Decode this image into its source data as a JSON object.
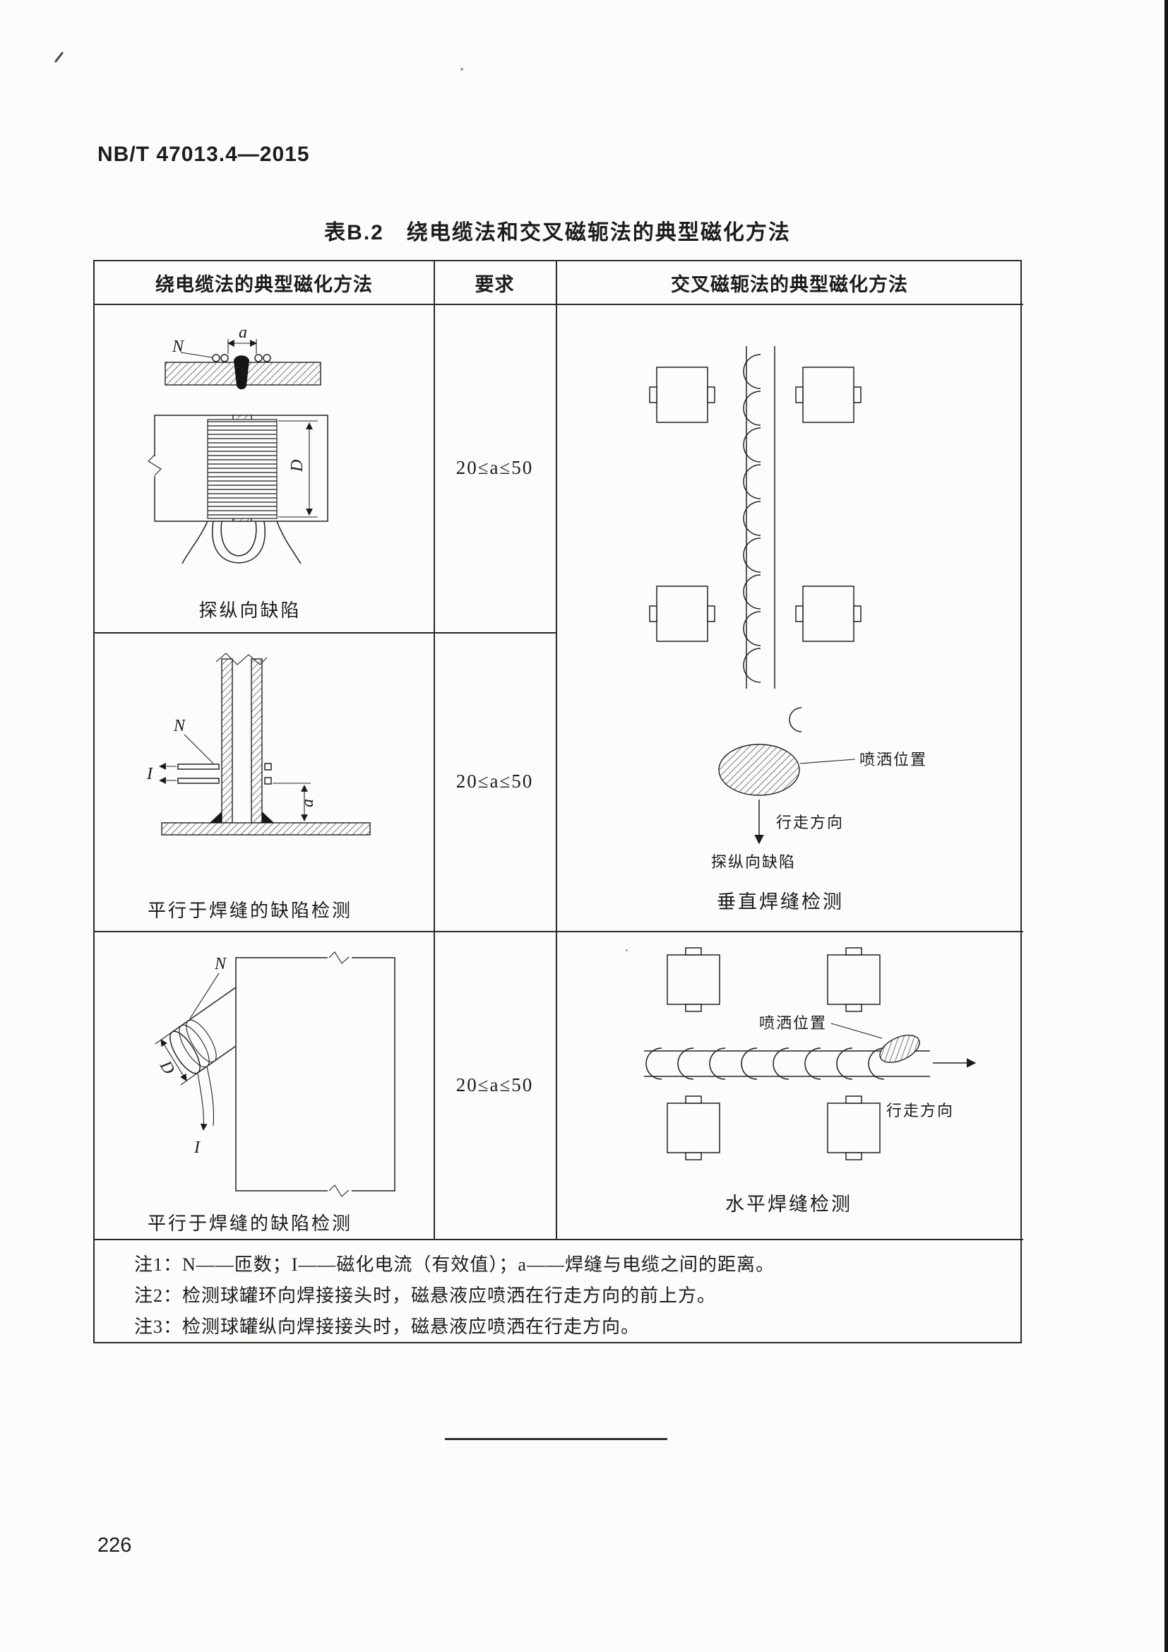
{
  "page": {
    "doc_number": "NB/T 47013.4—2015",
    "page_number": "226"
  },
  "table": {
    "title": "表B.2　绕电缆法和交叉磁轭法的典型磁化方法",
    "headers": {
      "cable_method": "绕电缆法的典型磁化方法",
      "requirement": "要求",
      "yoke_method": "交叉磁轭法的典型磁化方法"
    },
    "requirements": {
      "row1": "20≤a≤50",
      "row2": "20≤a≤50",
      "row3": "20≤a≤50"
    },
    "diagram1": {
      "label_n": "N",
      "label_a": "a",
      "label_d": "D",
      "caption": "探纵向缺陷"
    },
    "diagram2": {
      "label_n": "N",
      "label_i": "I",
      "label_a": "a",
      "caption": "平行于焊缝的缺陷检测"
    },
    "diagram3": {
      "label_n": "N",
      "label_d": "D",
      "label_i": "I",
      "caption": "平行于焊缝的缺陷检测"
    },
    "yoke_vertical": {
      "spray": "喷洒位置",
      "direction": "行走方向",
      "defect": "探纵向缺陷",
      "caption": "垂直焊缝检测"
    },
    "yoke_horizontal": {
      "spray": "喷洒位置",
      "direction": "行走方向",
      "caption": "水平焊缝检测"
    },
    "notes": [
      "注1：N——匝数；I——磁化电流（有效值）；a——焊缝与电缆之间的距离。",
      "注2：检测球罐环向焊接接头时，磁悬液应喷洒在行走方向的前上方。",
      "注3：检测球罐纵向焊接接头时，磁悬液应喷洒在行走方向。"
    ]
  }
}
